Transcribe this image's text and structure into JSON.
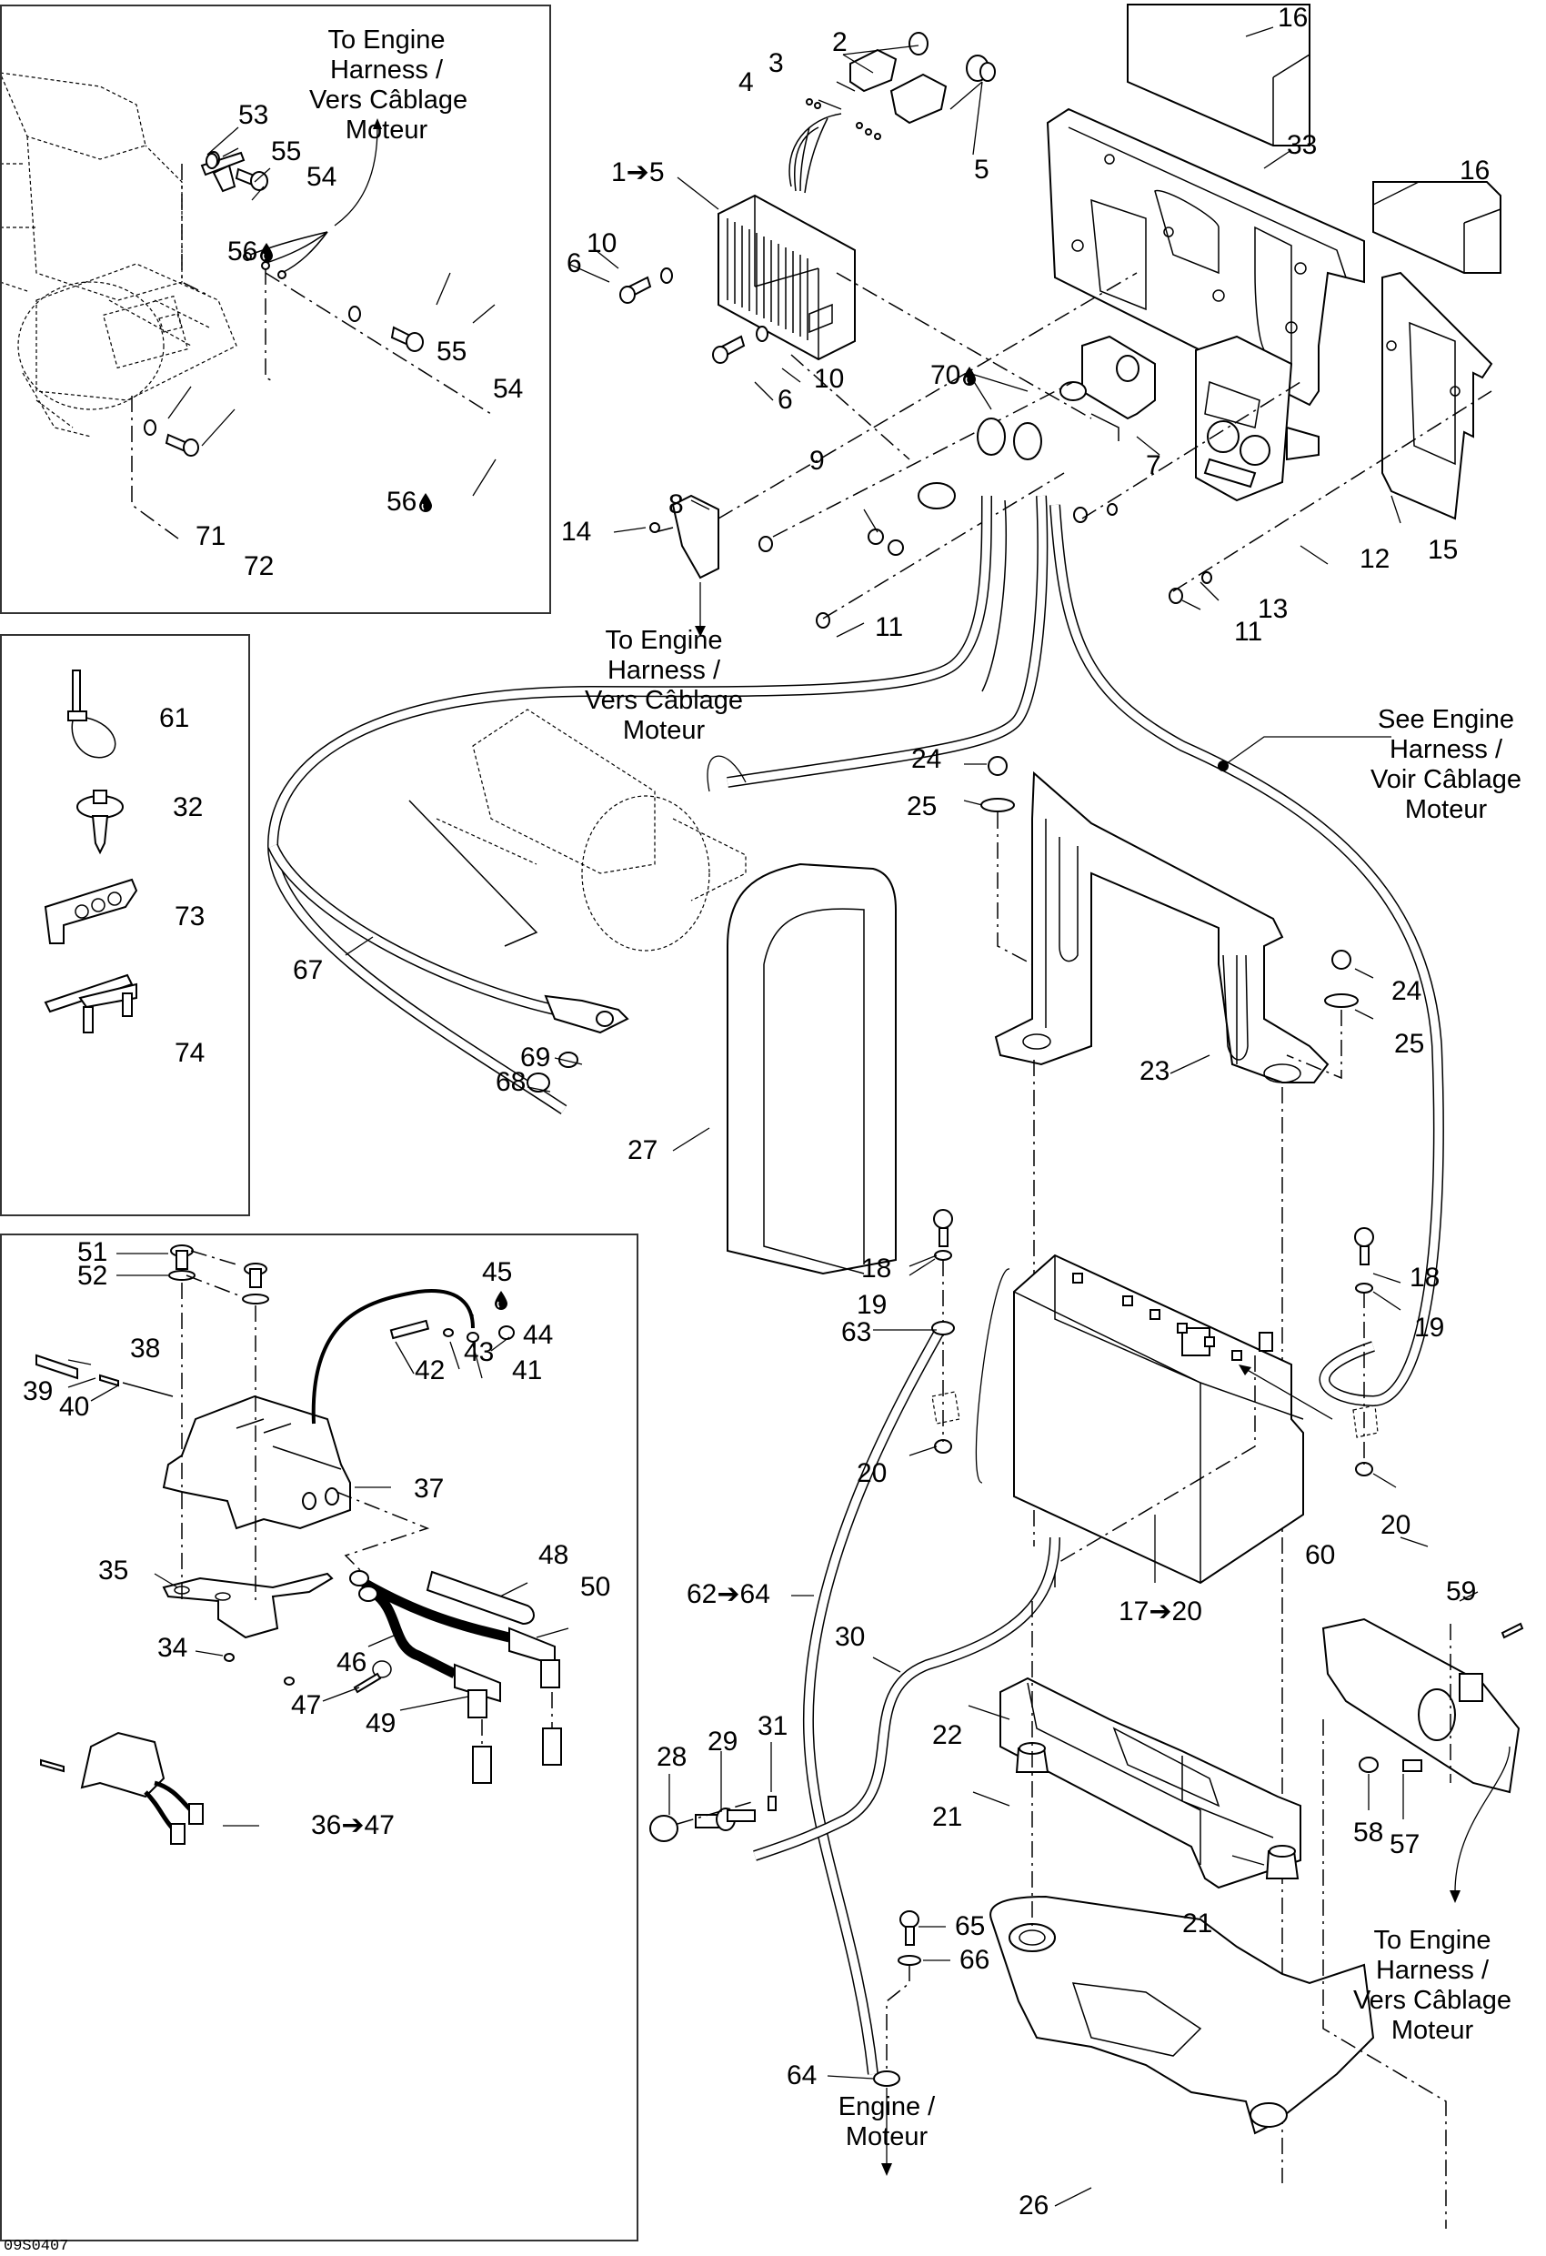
{
  "diagram": {
    "title": "Electrical system exploded parts diagram",
    "drawing_code": "09S0407",
    "drop_icon": "liquid-drop-icon",
    "notes": {
      "engine_harness_top_left": [
        "To Engine",
        "Harness /",
        "Vers Câblage",
        "Moteur"
      ],
      "engine_harness_center": [
        "To Engine",
        "Harness /",
        "Vers Câblage",
        "Moteur"
      ],
      "see_engine_harness": [
        "See Engine",
        "Harness /",
        "Voir Câblage",
        "Moteur"
      ],
      "engine_harness_bottom_right": [
        "To Engine",
        "Harness /",
        "Vers Câblage",
        "Moteur"
      ],
      "engine_ground": [
        "Engine /",
        "Moteur"
      ]
    },
    "panels": {
      "engine_detail": {
        "labels": [
          "53",
          "55",
          "54",
          "56",
          "55",
          "54",
          "56",
          "71",
          "72"
        ]
      },
      "fasteners": {
        "labels": [
          "61",
          "32",
          "73",
          "74"
        ]
      },
      "ignition": {
        "labels": [
          "51",
          "52",
          "45",
          "44",
          "43",
          "41",
          "42",
          "38",
          "39",
          "40",
          "37",
          "48",
          "35",
          "50",
          "34",
          "46",
          "47",
          "49",
          "36➔47"
        ]
      }
    },
    "callouts": [
      {
        "id": "c2",
        "text": "2"
      },
      {
        "id": "c3",
        "text": "3"
      },
      {
        "id": "c4",
        "text": "4"
      },
      {
        "id": "c1to5",
        "text": "1➔5"
      },
      {
        "id": "c5",
        "text": "5"
      },
      {
        "id": "c10a",
        "text": "10"
      },
      {
        "id": "c6a",
        "text": "6"
      },
      {
        "id": "c6b",
        "text": "6"
      },
      {
        "id": "c10b",
        "text": "10"
      },
      {
        "id": "c16a",
        "text": "16"
      },
      {
        "id": "c33",
        "text": "33"
      },
      {
        "id": "c16b",
        "text": "16"
      },
      {
        "id": "c70",
        "text": "70"
      },
      {
        "id": "c9",
        "text": "9"
      },
      {
        "id": "c7",
        "text": "7"
      },
      {
        "id": "c8",
        "text": "8"
      },
      {
        "id": "c14",
        "text": "14"
      },
      {
        "id": "c11a",
        "text": "11"
      },
      {
        "id": "c11b",
        "text": "11"
      },
      {
        "id": "c13",
        "text": "13"
      },
      {
        "id": "c12",
        "text": "12"
      },
      {
        "id": "c15",
        "text": "15"
      },
      {
        "id": "c24a",
        "text": "24"
      },
      {
        "id": "c25a",
        "text": "25"
      },
      {
        "id": "c24b",
        "text": "24"
      },
      {
        "id": "c25b",
        "text": "25"
      },
      {
        "id": "c23",
        "text": "23"
      },
      {
        "id": "c67",
        "text": "67"
      },
      {
        "id": "c69",
        "text": "69"
      },
      {
        "id": "c68",
        "text": "68"
      },
      {
        "id": "c27",
        "text": "27"
      },
      {
        "id": "c18a",
        "text": "18"
      },
      {
        "id": "c19a",
        "text": "19"
      },
      {
        "id": "c18b",
        "text": "18"
      },
      {
        "id": "c19b",
        "text": "19"
      },
      {
        "id": "c63",
        "text": "63"
      },
      {
        "id": "c20a",
        "text": "20"
      },
      {
        "id": "c20b",
        "text": "20"
      },
      {
        "id": "c62to64",
        "text": "62➔64"
      },
      {
        "id": "c17to20",
        "text": "17➔20"
      },
      {
        "id": "c30",
        "text": "30"
      },
      {
        "id": "c60",
        "text": "60"
      },
      {
        "id": "c59",
        "text": "59"
      },
      {
        "id": "c28",
        "text": "28"
      },
      {
        "id": "c29",
        "text": "29"
      },
      {
        "id": "c31",
        "text": "31"
      },
      {
        "id": "c22",
        "text": "22"
      },
      {
        "id": "c21a",
        "text": "21"
      },
      {
        "id": "c58",
        "text": "58"
      },
      {
        "id": "c57",
        "text": "57"
      },
      {
        "id": "c65",
        "text": "65"
      },
      {
        "id": "c66",
        "text": "66"
      },
      {
        "id": "c21b",
        "text": "21"
      },
      {
        "id": "c64",
        "text": "64"
      },
      {
        "id": "c26",
        "text": "26"
      }
    ]
  }
}
